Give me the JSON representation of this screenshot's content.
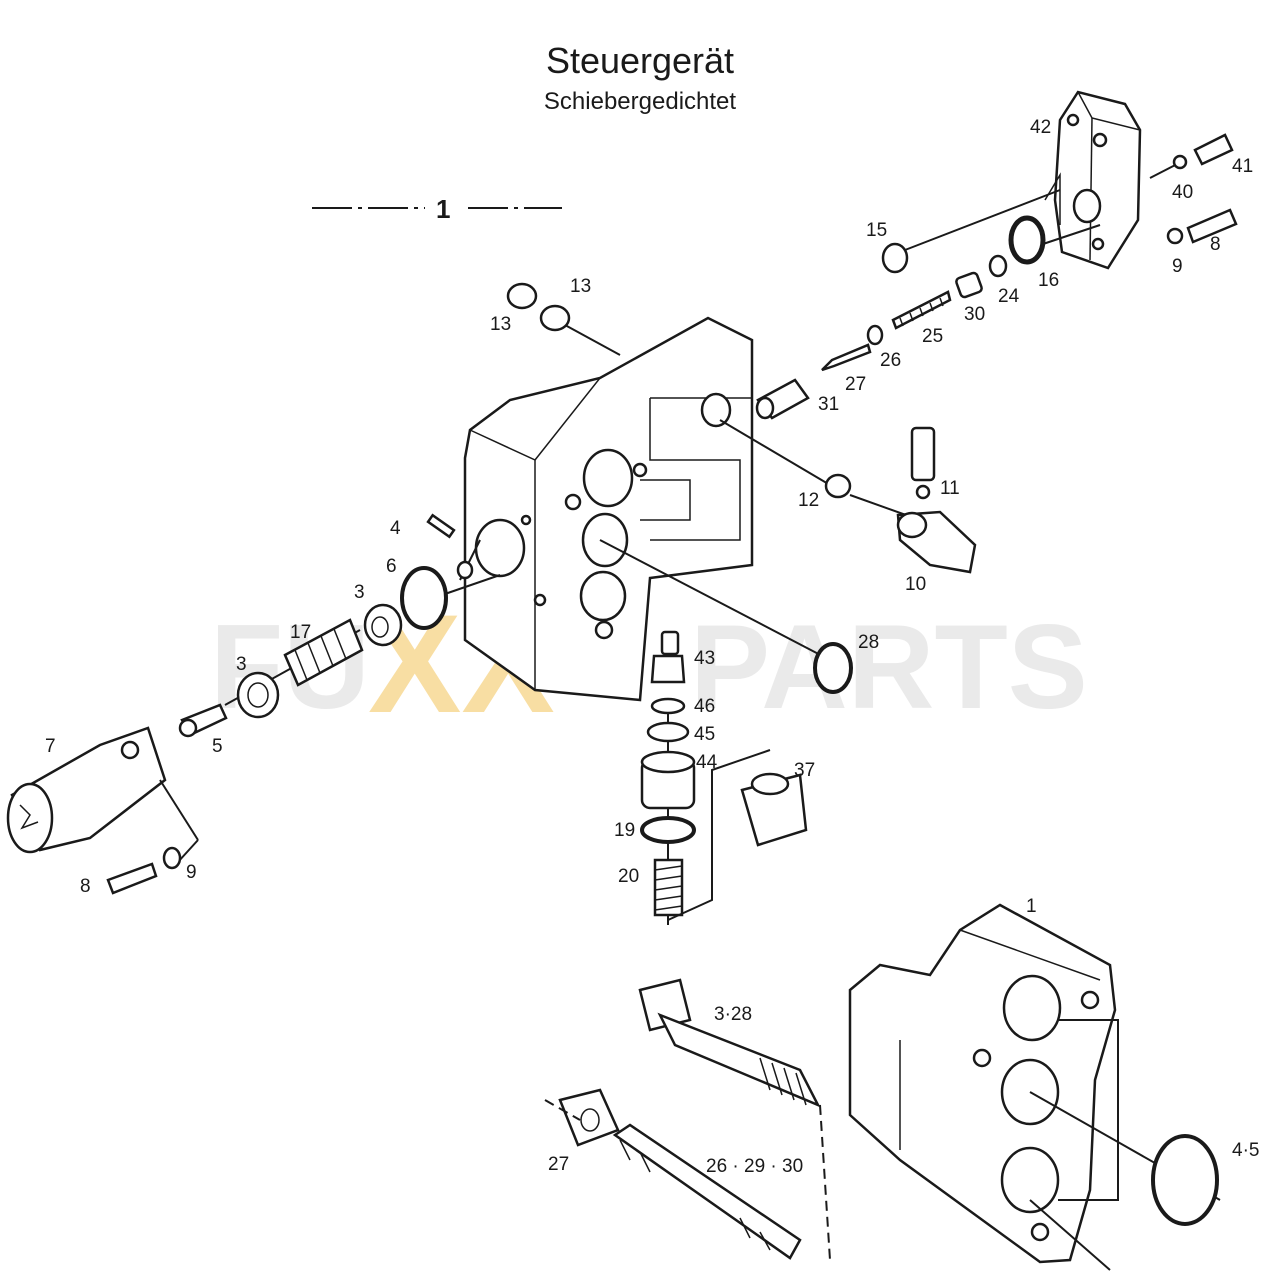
{
  "header": {
    "title": "Steuergerät",
    "subtitle": "Schiebergedichtet"
  },
  "assembly_label": "1",
  "watermark": {
    "left": "FU",
    "middle": "XX",
    "right": "PARTS"
  },
  "callouts": {
    "p42": "42",
    "p41": "41",
    "p40": "40",
    "p15": "15",
    "p16": "16",
    "p9a": "9",
    "p8a": "8",
    "p13a": "13",
    "p13b": "13",
    "p25": "25",
    "p30": "30",
    "p24": "24",
    "p26": "26",
    "p27": "27",
    "p31": "31",
    "p11": "11",
    "p12": "12",
    "p10": "10",
    "p4": "4",
    "p6": "6",
    "p3a": "3",
    "p17": "17",
    "p3b": "3",
    "p5": "5",
    "p28": "28",
    "p43": "43",
    "p46": "46",
    "p45": "45",
    "p44": "44",
    "p37": "37",
    "p19": "19",
    "p20": "20",
    "p7": "7",
    "p8b": "8",
    "p9b": "9",
    "q1": "1",
    "q328": "3·28",
    "q27": "27",
    "q262930": "26 · 29 · 30",
    "q45": "4·5"
  },
  "colors": {
    "ink": "#1a1a1a",
    "watermark_grey": "#d8d8d8",
    "watermark_gold": "#f3c866"
  }
}
